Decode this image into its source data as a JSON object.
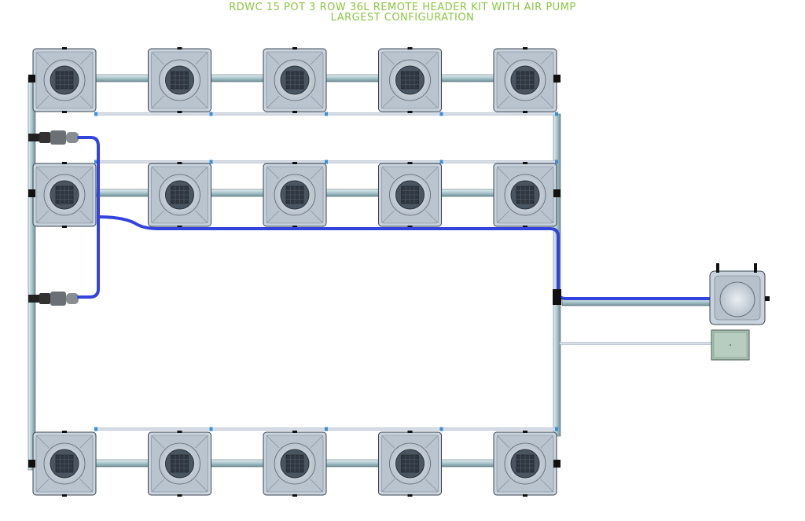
{
  "header": {
    "title_line1": "RDWC 15 POT 3 ROW 36L REMOTE HEADER KIT WITH AIR PUMP",
    "title_line2": "LARGEST CONFIGURATION"
  },
  "layout": {
    "rows": 3,
    "pots_per_row": 5,
    "total_pots": 15,
    "pot_volume": "36L"
  },
  "components": {
    "pot": "rdwc-pot",
    "header": "remote-header-tank",
    "pump": "air-pump",
    "pump_controller": "pump-controller-box"
  },
  "colors": {
    "title": "#8bc63f",
    "air_line": "#3344dd",
    "pipe": "#b9d3d8",
    "pot_fill": "#c9d3dd",
    "pot_stroke": "#3a4450",
    "connector": "#3b8fd9",
    "controller": "#a8c0b2"
  }
}
